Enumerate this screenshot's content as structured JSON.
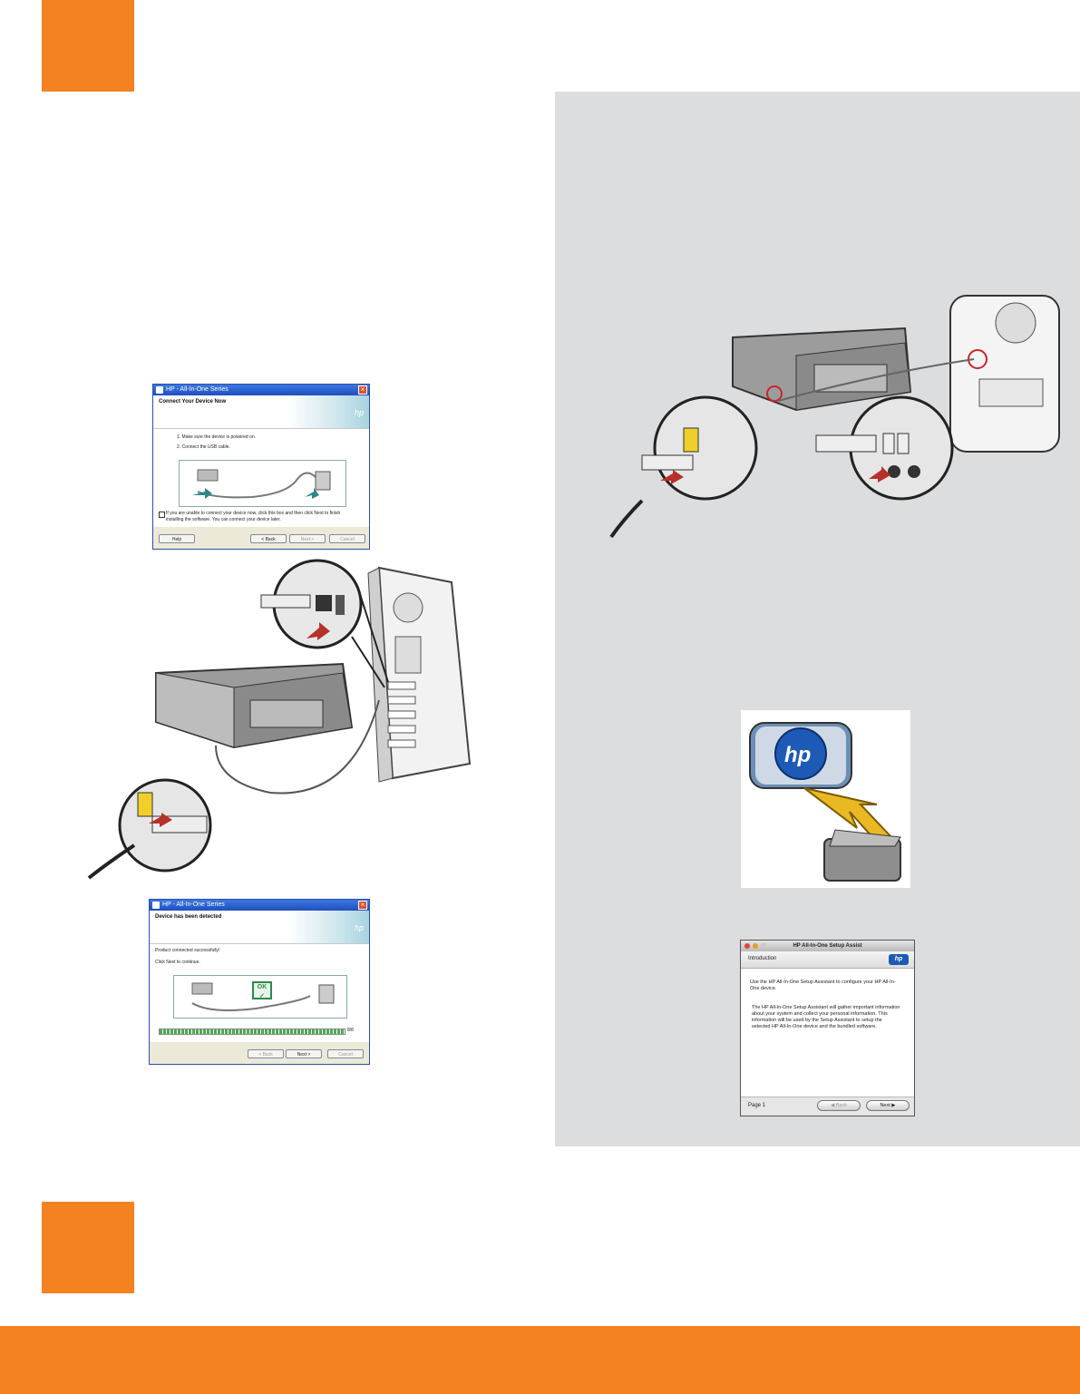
{
  "colors": {
    "accent": "#f58220",
    "panel": "#dcdddf"
  },
  "windows_dialog_1": {
    "title": "HP - All-In-One Series",
    "header": "Connect Your Device Now",
    "hp_mark": "hp",
    "step1": "1. Make sure the device is powered on.",
    "step2": "2. Connect the USB cable.",
    "checkbox_text_line1": "If you are unable to connect your device now, click this box and then click Next to finish",
    "checkbox_text_line2": "installing the software. You can connect your device later.",
    "buttons": {
      "help": "Help",
      "back": "< Back",
      "next": "Next >",
      "cancel": "Cancel"
    }
  },
  "windows_dialog_2": {
    "title": "HP - All-In-One Series",
    "header": "Device has been detected",
    "hp_mark": "hp",
    "line1": "Product connected successfully!",
    "line2": "Click Next to continue.",
    "ok_badge": "OK",
    "progress": 1.0,
    "progress_label": "8/8",
    "buttons": {
      "back": "< Back",
      "next": "Next >",
      "cancel": "Cancel"
    }
  },
  "mac_dialog": {
    "title": "HP All-In-One Setup Assist",
    "section": "Introduction",
    "logo": "hp",
    "para1": "Use the HP All-In-One Setup Assistant to configure your HP All-In-One device.",
    "para2": "The HP All-In-One Setup Assistant will gather important information about your system and collect your personal information. This information will be used by the Setup Assistant to setup the selected HP All-In-One device and the bundled software.",
    "page": "Page 1",
    "buttons": {
      "back": "Back",
      "next": "Next"
    }
  },
  "hp_installer_icon": {
    "logo": "hp",
    "icon": "hp-installer-icon"
  },
  "icons": [
    "usb-icon",
    "microphone-icon",
    "speaker-icon",
    "ok-check-icon",
    "printer-icon",
    "tower-pc-icon",
    "mac-pro-icon"
  ]
}
